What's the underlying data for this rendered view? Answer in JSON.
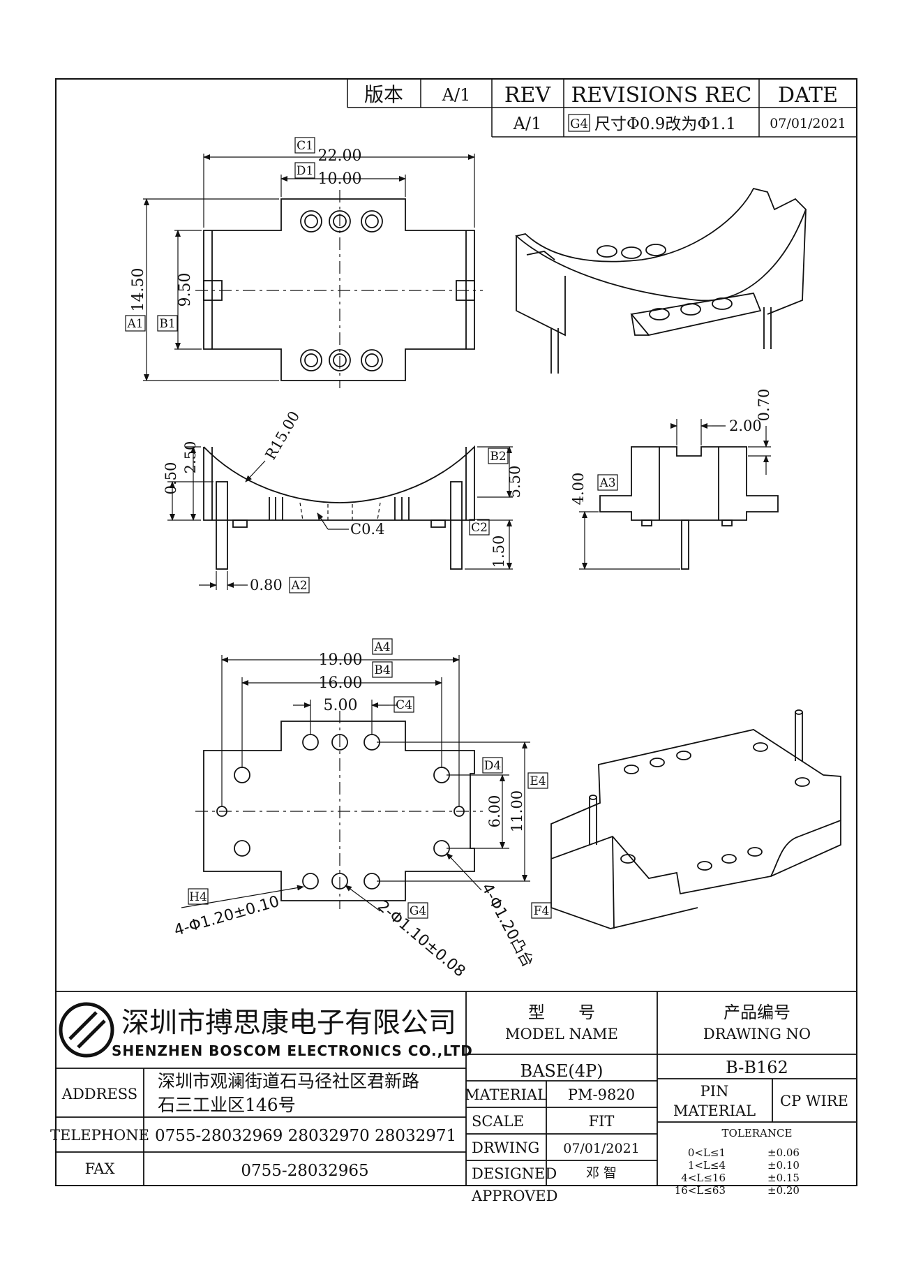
{
  "revision_block": {
    "version_label": "版本",
    "version_value": "A/1",
    "rev_header": "REV",
    "revisions_header": "REVISIONS REC",
    "date_header": "DATE",
    "row": {
      "rev": "A/1",
      "tag": "G4",
      "change": "尺寸Φ0.9改为Φ1.1",
      "date": "07/01/2021"
    }
  },
  "dimensions": {
    "top_view": {
      "c1_tag": "C1",
      "c1": "22.00",
      "d1_tag": "D1",
      "d1": "10.00",
      "a1_tag": "A1",
      "a1": "14.50",
      "b1_tag": "B1",
      "b1": "9.50"
    },
    "front_view": {
      "r": "R15.00",
      "h_250": "2.50",
      "h_050": "0.50",
      "b2_tag": "B2",
      "h_550": "5.50",
      "c2_tag": "C2",
      "h_150": "1.50",
      "chamfer": "C0.4",
      "pin_w": "0.80",
      "a2_tag": "A2"
    },
    "side_view": {
      "w_200": "2.00",
      "h_070": "0.70",
      "a3_tag": "A3",
      "h_400": "4.00"
    },
    "bottom_view": {
      "a4_tag": "A4",
      "w_1900": "19.00",
      "b4_tag": "B4",
      "w_1600": "16.00",
      "c4_tag": "C4",
      "w_500": "5.00",
      "d4_tag": "D4",
      "h_600": "6.00",
      "e4_tag": "E4",
      "h_1100": "11.00",
      "h4_tag": "H4",
      "hole_a": "4-Φ1.20±0.10",
      "g4_tag": "G4",
      "hole_b": "2-Φ1.10±0.08",
      "f4_tag": "F4",
      "hole_c": "4-Φ1.20凸台"
    }
  },
  "title_block": {
    "company_cn": "深圳市搏思康电子有限公司",
    "company_en": "SHENZHEN BOSCOM ELECTRONICS CO.,LTD",
    "address_label": "ADDRESS",
    "address_line1": "深圳市观澜街道石马径社区君新路",
    "address_line2": "石三工业区146号",
    "telephone_label": "TELEPHONE",
    "telephone": "0755-28032969 28032970 28032971",
    "fax_label": "FAX",
    "fax": "0755-28032965",
    "model_label_cn": "型　　号",
    "model_label_en": "MODEL NAME",
    "model_value": "BASE(4P)",
    "drawing_label_cn": "产品编号",
    "drawing_label_en": "DRAWING NO",
    "drawing_value": "B-B162",
    "material_label": "MATERIAL",
    "material_value": "PM-9820",
    "pin_material_label_1": "PIN",
    "pin_material_label_2": "MATERIAL",
    "pin_material_value": "CP WIRE",
    "scale_label": "SCALE",
    "scale_value": "FIT",
    "drawing_date_label": "DRWING",
    "drawing_date_value": "07/01/2021",
    "designed_label": "DESIGNED",
    "designed_value": "邓 智",
    "approved_label": "APPROVED",
    "approved_value": "",
    "tolerance_title": "TOLERANCE",
    "tolerance_rows": [
      {
        "range": "0<L≤1",
        "tol": "±0.06"
      },
      {
        "range": "1<L≤4",
        "tol": "±0.10"
      },
      {
        "range": "4<L≤16",
        "tol": "±0.15"
      },
      {
        "range": "16<L≤63",
        "tol": "±0.20"
      }
    ]
  }
}
